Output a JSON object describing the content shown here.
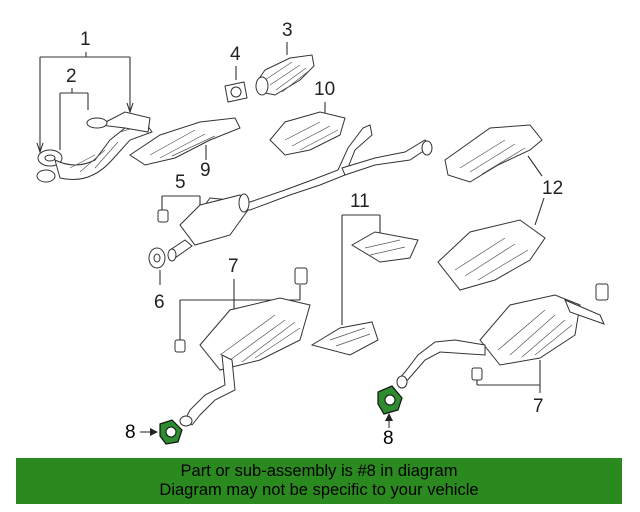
{
  "diagram": {
    "callouts": {
      "c1": "1",
      "c2": "2",
      "c3": "3",
      "c4": "4",
      "c5": "5",
      "c6": "6",
      "c7a": "7",
      "c7b": "7",
      "c8a": "8",
      "c8b": "8",
      "c9": "9",
      "c10": "10",
      "c11": "11",
      "c12": "12"
    },
    "highlight_color": "#1f7a1f",
    "highlight_part": "8"
  },
  "banner": {
    "line1": "Part or sub-assembly is #8 in diagram",
    "line2": "Diagram may not be specific to your vehicle",
    "background": "#2b8a1f"
  }
}
